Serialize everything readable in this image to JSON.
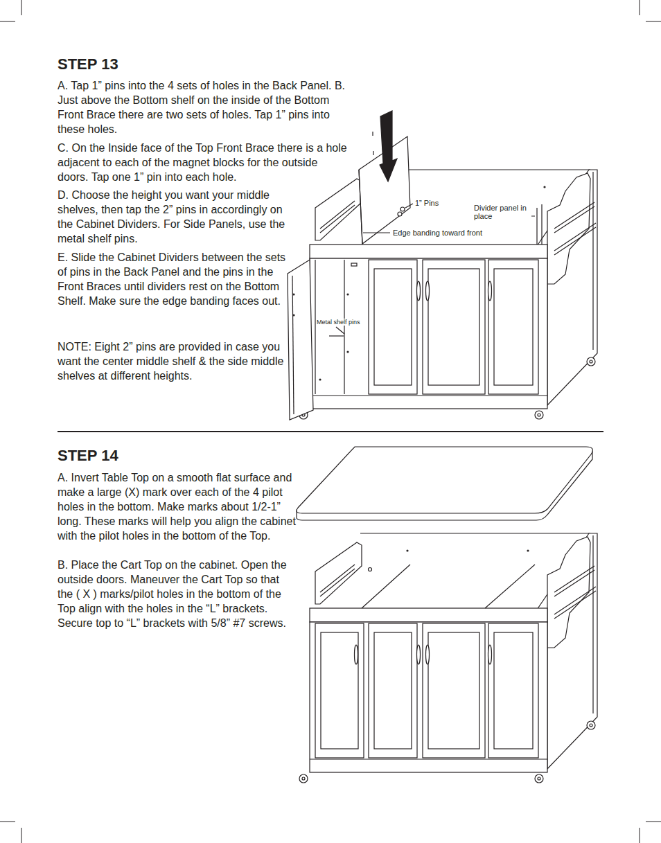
{
  "diagram": {
    "labels": [
      "STEP 13",
      "A. Tap 1” pins into the 4 sets of holes in the Back Panel. B. Just above the Bottom shelf on the inside of the Bottom Front Brace there are two sets of holes. Tap 1” pins into these holes.",
      "C. On the Inside face of the Top Front Brace there is a hole adjacent to each of the magnet blocks for the outside doors. Tap one 1” pin into each hole.",
      "D. Choose the height you want your middle shelves, then tap the 2” pins in accordingly on the Cabinet Dividers. For Side Panels, use the metal shelf pins.",
      "E. Slide the Cabinet Dividers between the sets of pins in the Back Panel and the pins in the Front Braces until dividers rest on the Bottom Shelf. Make sure the edge banding faces out.",
      "NOTE: Eight 2” pins are provided in case you want the center middle shelf & the side middle shelves at different heights.",
      "1” Pins",
      "Divider panel in place",
      "Edge banding toward front",
      "Metal shelf pins",
      "STEP 14",
      "A. Invert Table Top on a smooth flat surface and make a large (X) mark over each of the 4 pilot holes in the bottom. Make marks about 1/2-1” long. These marks will help you align the cabinet with the pilot holes in the bottom of the Top.",
      "B. Place the Cart Top on the cabinet. Open the outside doors. Maneuver the Cart Top so that the ( X ) marks/pilot holes in the bottom of the Top align with the holes in the “L” brackets. Secure top to “L” brackets with 5/8” #7 screws."
    ]
  }
}
